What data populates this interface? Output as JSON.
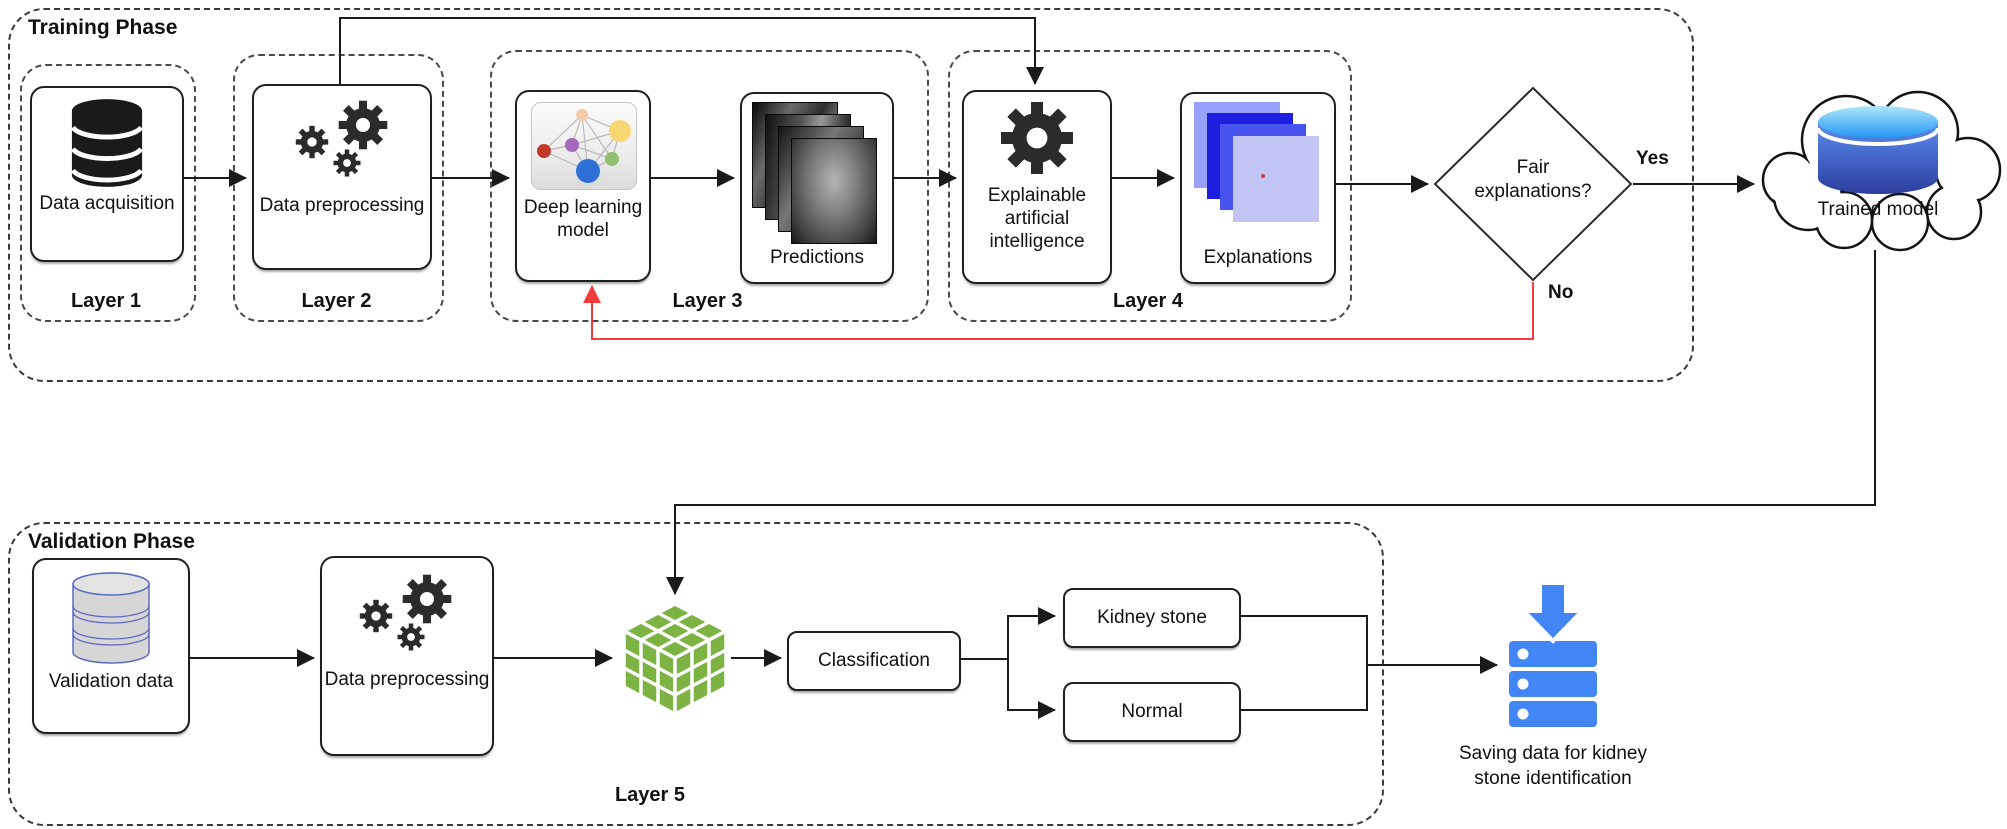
{
  "training": {
    "title": "Training Phase",
    "layers": {
      "l1": "Layer 1",
      "l2": "Layer 2",
      "l3": "Layer 3",
      "l4": "Layer 4"
    },
    "nodes": {
      "data_acquisition": "Data acquisition",
      "data_preprocessing": "Data preprocessing",
      "deep_learning_model": "Deep learning model",
      "predictions": "Predictions",
      "explainable_ai": "Explainable artificial intelligence",
      "explanations": "Explanations"
    },
    "decision": {
      "label": "Fair explanations?",
      "yes": "Yes",
      "no": "No"
    },
    "trained_model": "Trained model"
  },
  "validation": {
    "title": "Validation Phase",
    "layers": {
      "l5": "Layer 5"
    },
    "nodes": {
      "validation_data": "Validation data",
      "data_preprocessing": "Data preprocessing",
      "classification": "Classification",
      "kidney_stone": "Kidney stone",
      "normal": "Normal",
      "saving": "Saving data for kidney stone identification"
    }
  },
  "icons": {
    "data_acquisition": "database-icon",
    "data_preprocessing": "gears-icon",
    "deep_learning_model": "neural-network-icon",
    "predictions": "xray-stack-icon",
    "explainable_ai": "gear-icon",
    "explanations": "heatmap-stack-icon",
    "trained_model": "cloud-database-icon",
    "validation_model": "cube-icon",
    "saving": "server-download-icon"
  },
  "colors": {
    "connector": "#1a1a1a",
    "no_feedback_red": "#f23b3b",
    "cube_green": "#7cb342",
    "saving_blue": "#4285f4",
    "trained_cylinder_top": "#4fc3f7",
    "trained_cylinder_bottom": "#2c3e9e",
    "explanation_blues": [
      "#97a0fb",
      "#1d1fe0",
      "#4754f0",
      "#c0c5f4"
    ]
  }
}
